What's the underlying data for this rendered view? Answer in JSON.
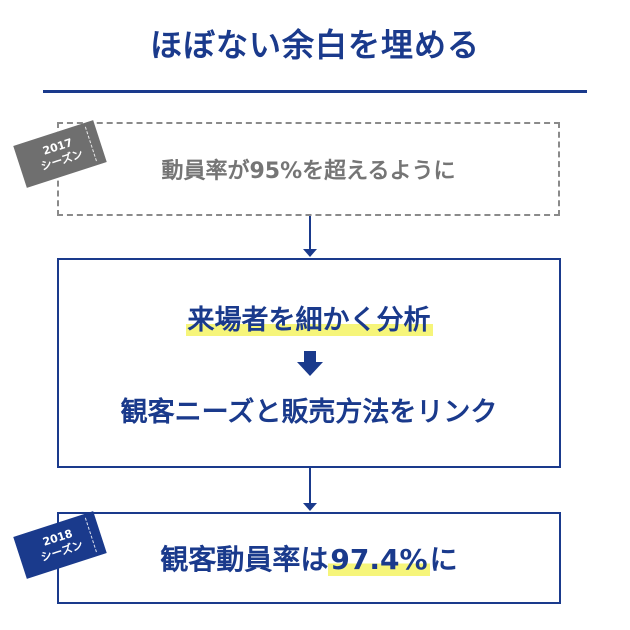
{
  "title": "ほぼない余白を埋める",
  "season_2017": {
    "badge_year": "2017",
    "badge_label": "シーズン",
    "text": "動員率が95%を超えるように"
  },
  "middle": {
    "line1": "来場者を細かく分析",
    "line2": "観客ニーズと販売方法をリンク"
  },
  "season_2018": {
    "badge_year": "2018",
    "badge_label": "シーズン",
    "text_prefix": "観客動員率は",
    "text_highlight": "97.4%",
    "text_suffix": "に"
  },
  "colors": {
    "primary": "#1a3a8c",
    "highlight": "#f6f57a",
    "muted": "#757575"
  }
}
